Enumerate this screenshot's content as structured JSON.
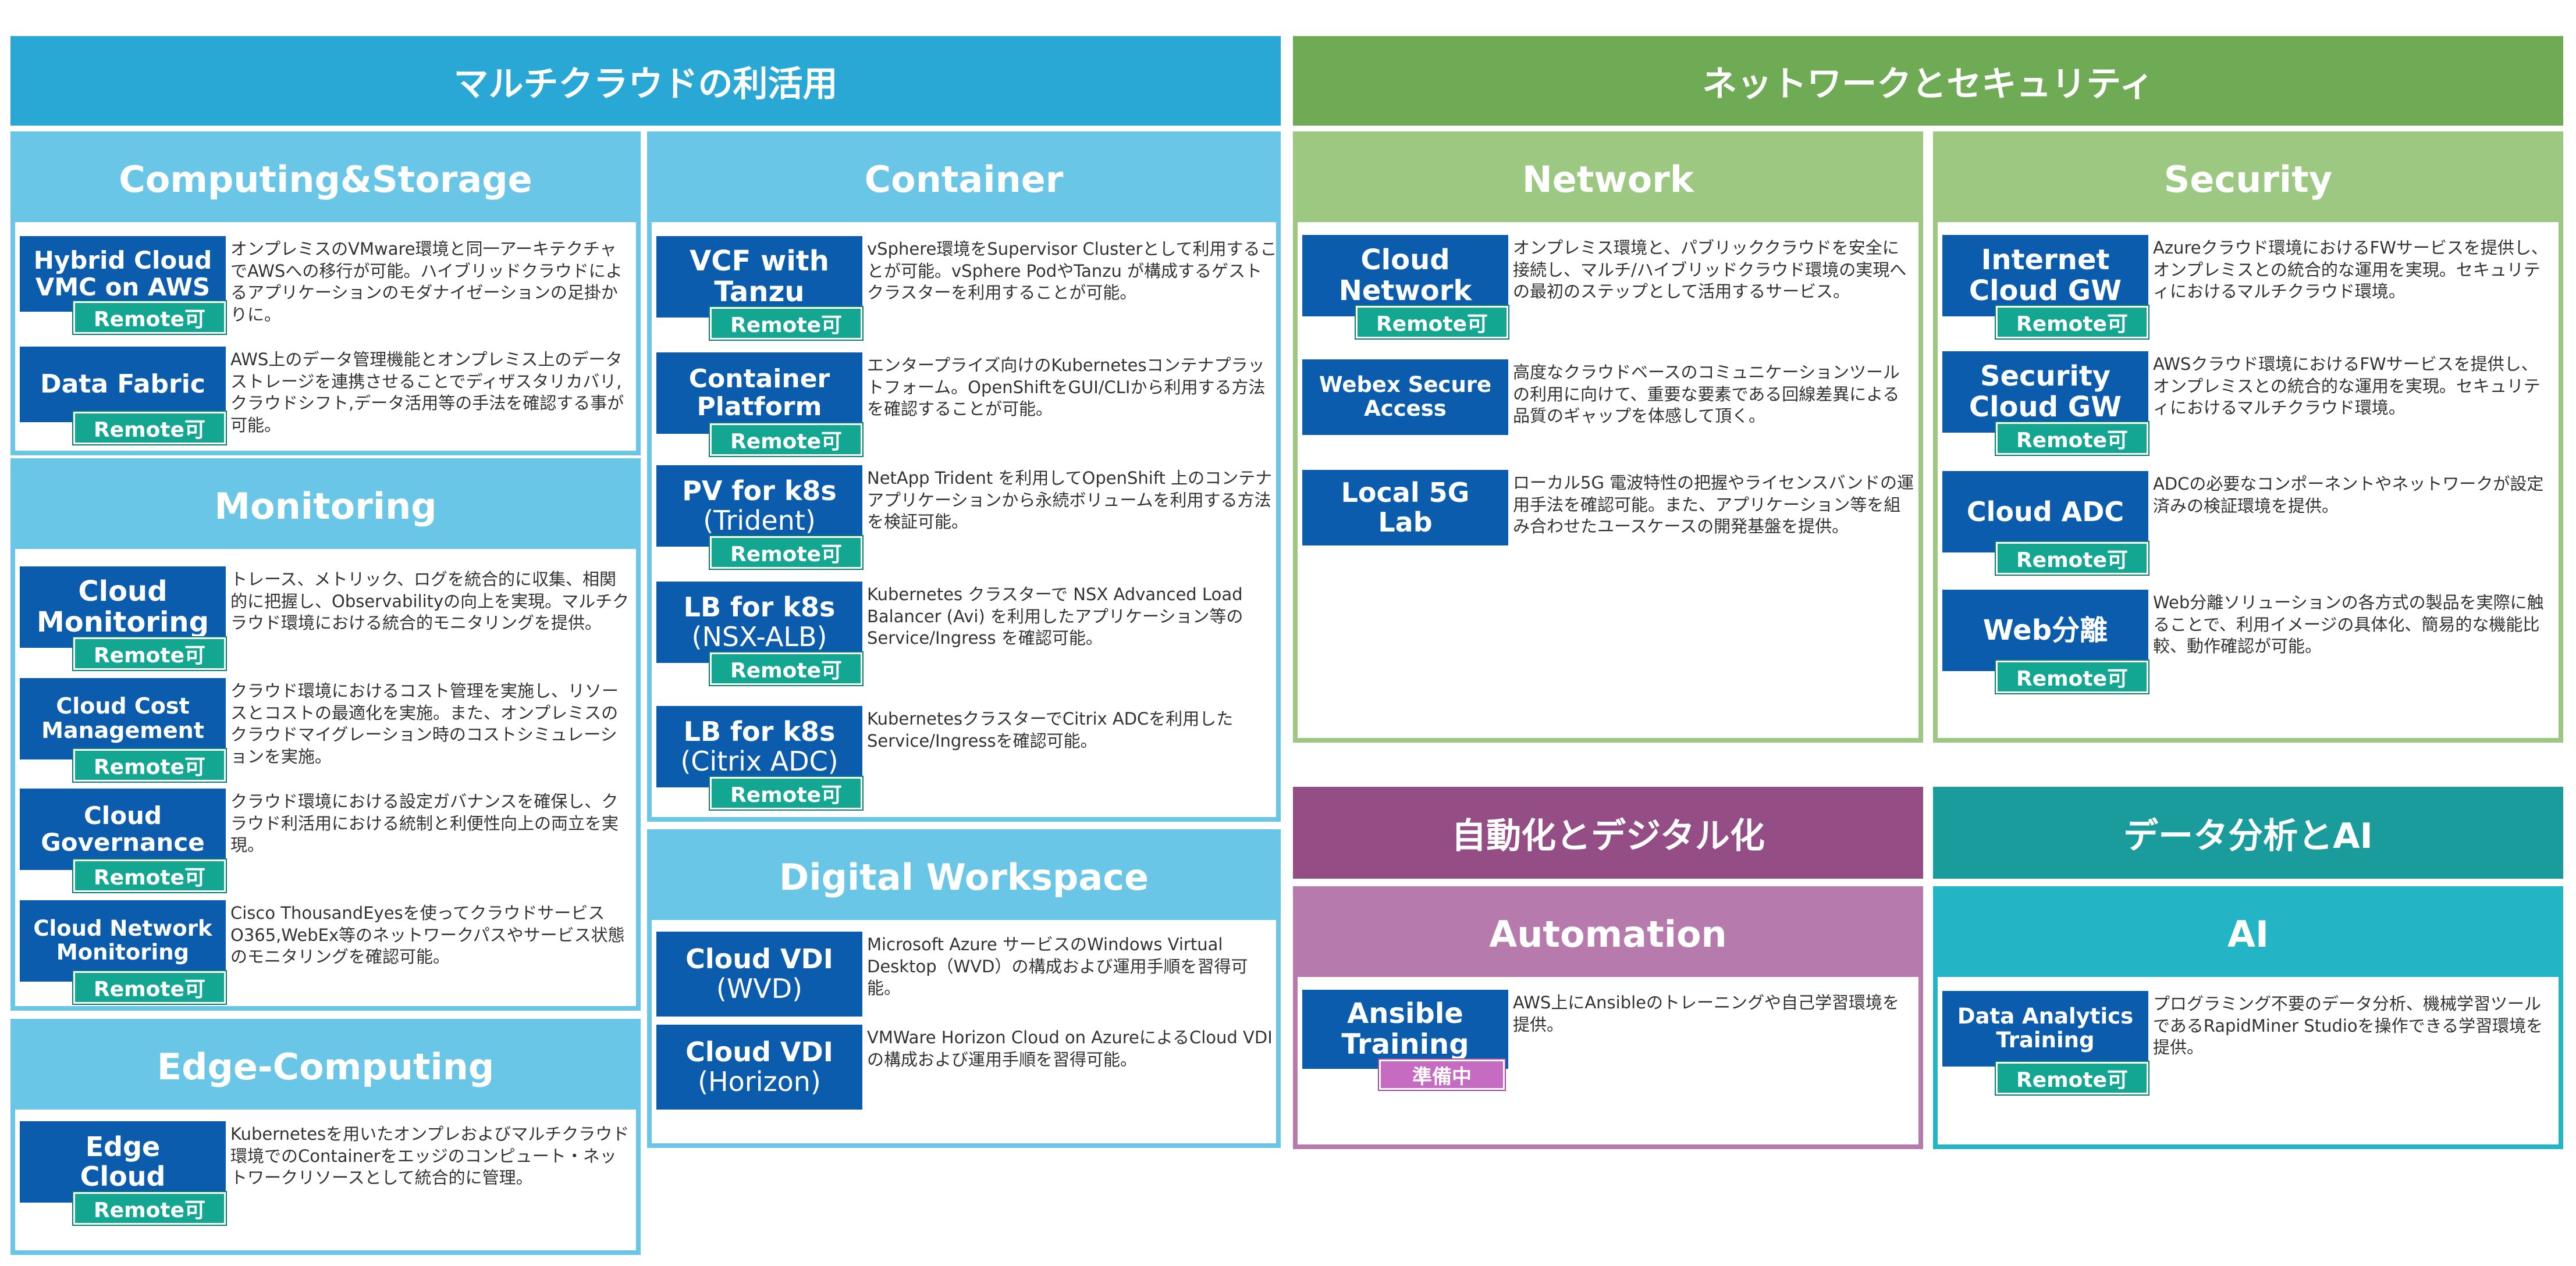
{
  "categories": {
    "multicloud": "マルチクラウドの利活用",
    "network_security": "ネットワークとセキュリティ",
    "automation_digital": "自動化とデジタル化",
    "data_ai": "データ分析とAI"
  },
  "badges": {
    "remote": "Remote可",
    "pending": "準備中"
  },
  "panels": {
    "computing": {
      "title": "Computing&Storage",
      "items": [
        {
          "name": "Hybrid Cloud\nVMC on AWS",
          "desc": "オンプレミスのVMware環境と同一アーキテクチャでAWSへの移行が可能。ハイブリッドクラウドによるアプリケーションのモダナイゼーションの足掛かりに。"
        },
        {
          "name": "Data Fabric",
          "desc": "AWS上のデータ管理機能とオンプレミス上のデータストレージを連携させることでディザスタリカバリ,クラウドシフト,データ活用等の手法を確認する事が可能。"
        }
      ]
    },
    "monitoring": {
      "title": "Monitoring",
      "items": [
        {
          "name": "Cloud\nMonitoring",
          "desc": "トレース、メトリック、ログを統合的に収集、相関的に把握し、Observabilityの向上を実現。マルチクラウド環境における統合的モニタリングを提供。"
        },
        {
          "name": "Cloud Cost\nManagement",
          "desc": "クラウド環境におけるコスト管理を実施し、リソースとコストの最適化を実施。また、オンプレミスのクラウドマイグレーション時のコストシミュレーションを実施。"
        },
        {
          "name": "Cloud\nGovernance",
          "desc": "クラウド環境における設定ガバナンスを確保し、クラウド利活用における統制と利便性向上の両立を実現。"
        },
        {
          "name": "Cloud Network\nMonitoring",
          "desc": "Cisco ThousandEyesを使ってクラウドサービスO365,WebEx等のネットワークパスやサービス状態のモニタリングを確認可能。"
        }
      ]
    },
    "edge": {
      "title": "Edge-Computing",
      "items": [
        {
          "name": "Edge\nCloud",
          "desc": "Kubernetesを用いたオンプレおよびマルチクラウド環境でのContainerをエッジのコンピュート・ネットワークリソースとして統合的に管理。"
        }
      ]
    },
    "container": {
      "title": "Container",
      "items": [
        {
          "name": "VCF with\nTanzu",
          "desc": "vSphere環境をSupervisor Clusterとして利用することが可能。vSphere PodやTanzu が構成するゲストクラスターを利用することが可能。"
        },
        {
          "name": "Container\nPlatform",
          "desc": "エンタープライズ向けのKubernetesコンテナプラットフォーム。OpenShiftをGUI/CLIから利用する方法を確認することが可能。"
        },
        {
          "name": "PV for k8s",
          "name2": "(Trident)",
          "desc": "NetApp Trident を利用してOpenShift 上のコンテナアプリケーションから永続ボリュームを利用する方法を検証可能。"
        },
        {
          "name": "LB for k8s",
          "name2": "(NSX-ALB)",
          "desc": "Kubernetes クラスターで NSX Advanced Load Balancer (Avi) を利用したアプリケーション等のService/Ingress を確認可能。"
        },
        {
          "name": "LB for k8s",
          "name2": "(Citrix ADC)",
          "desc": "KubernetesクラスターでCitrix ADCを利用したService/Ingressを確認可能。"
        }
      ]
    },
    "workspace": {
      "title": "Digital Workspace",
      "items": [
        {
          "name": "Cloud VDI",
          "name2": "(WVD)",
          "desc": "Microsoft Azure サービスのWindows Virtual Desktop（WVD）の構成および運用手順を習得可能。"
        },
        {
          "name": "Cloud VDI",
          "name2": "(Horizon)",
          "desc": "VMWare Horizon Cloud on AzureによるCloud VDIの構成および運用手順を習得可能。"
        }
      ]
    },
    "network": {
      "title": "Network",
      "items": [
        {
          "name": "Cloud\nNetwork",
          "desc": "オンプレミス環境と、パブリッククラウドを安全に接続し、マルチ/ハイブリッドクラウド環境の実現への最初のステップとして活用するサービス。"
        },
        {
          "name": "Webex Secure\nAccess",
          "desc": "高度なクラウドベースのコミュニケーションツールの利用に向けて、重要な要素である回線差異による品質のギャップを体感して頂く。"
        },
        {
          "name": "Local 5G\nLab",
          "desc": "ローカル5G 電波特性の把握やライセンスバンドの運用手法を確認可能。また、アプリケーション等を組み合わせたユースケースの開発基盤を提供。"
        }
      ]
    },
    "security": {
      "title": "Security",
      "items": [
        {
          "name": "Internet\nCloud GW",
          "desc": "Azureクラウド環境におけるFWサービスを提供し、オンプレミスとの統合的な運用を実現。セキュリティにおけるマルチクラウド環境。"
        },
        {
          "name": "Security\nCloud GW",
          "desc": "AWSクラウド環境におけるFWサービスを提供し、オンプレミスとの統合的な運用を実現。セキュリティにおけるマルチクラウド環境。"
        },
        {
          "name": "Cloud ADC",
          "desc": "ADCの必要なコンポーネントやネットワークが設定済みの検証環境を提供。"
        },
        {
          "name": "Web分離",
          "desc": "Web分離ソリューションの各方式の製品を実際に触ることで、利用イメージの具体化、簡易的な機能比較、動作確認が可能。"
        }
      ]
    },
    "automation": {
      "title": "Automation",
      "items": [
        {
          "name": "Ansible\nTraining",
          "desc": "AWS上にAnsibleのトレーニングや自己学習環境を提供。"
        }
      ]
    },
    "ai": {
      "title": "AI",
      "items": [
        {
          "name": "Data Analytics\nTraining",
          "desc": "プログラミング不要のデータ分析、機械学習ツールであるRapidMiner Studioを操作できる学習環境を提供。"
        }
      ]
    }
  },
  "colors": {
    "multicloud_header": "#29a8d5",
    "multicloud_sub": "#6ac6e6",
    "network_header": "#6fab54",
    "network_sub": "#9cc882",
    "automation_header": "#944e85",
    "automation_sub": "#b77aac",
    "ai_header": "#1a9c9d",
    "ai_sub": "#23b5c6",
    "item_name": "#0b5cad",
    "badge_remote": "#13a691",
    "badge_pending": "#c56bc2"
  }
}
